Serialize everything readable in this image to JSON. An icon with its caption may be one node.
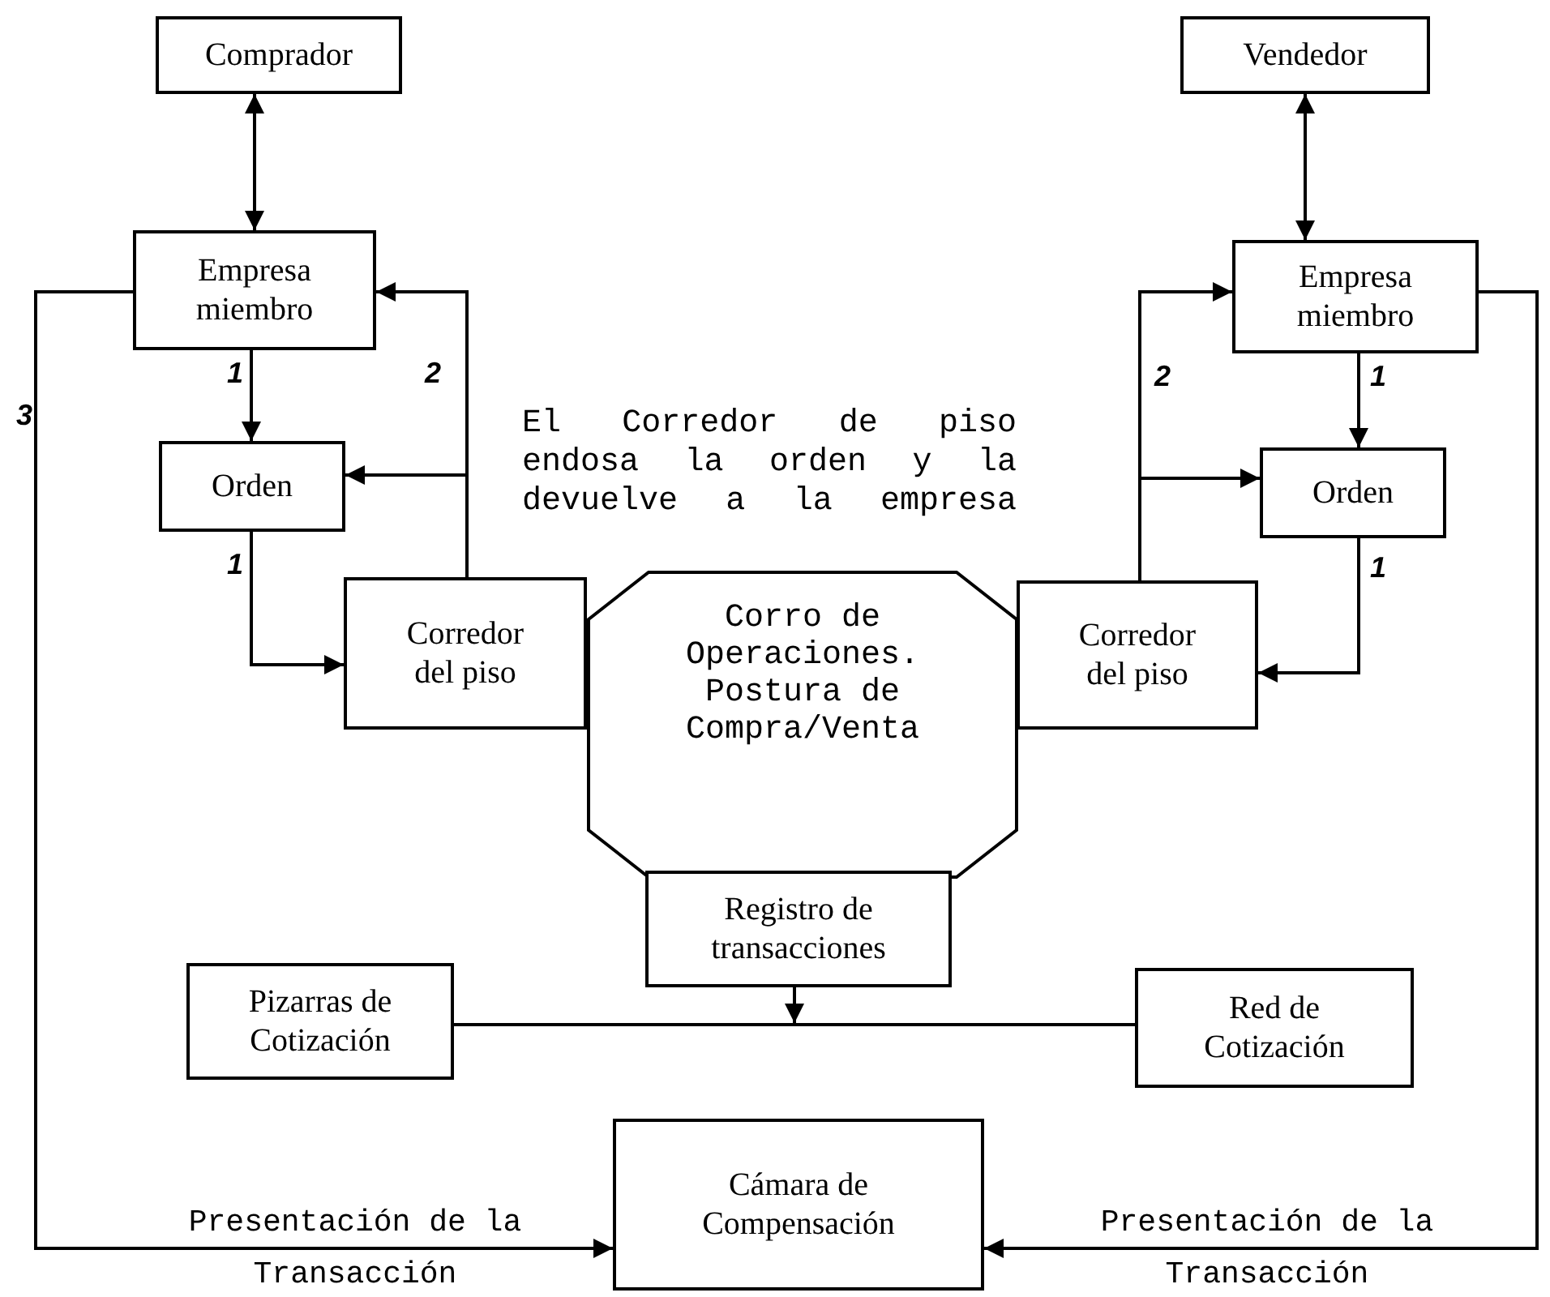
{
  "diagram": {
    "nodes": [
      {
        "text": [
          "Comprador"
        ]
      },
      {
        "text": [
          "Vendedor"
        ]
      },
      {
        "text": [
          "Empresa miembro"
        ]
      },
      {
        "text": [
          "Empresa miembro"
        ]
      },
      {
        "text": [
          "Orden"
        ]
      },
      {
        "text": [
          "Orden"
        ]
      },
      {
        "text": [
          "Corredor del piso"
        ]
      },
      {
        "text": [
          "Corro de Operaciones. Postura de Compra/Venta"
        ]
      },
      {
        "text": [
          "Corredor del piso"
        ]
      },
      {
        "text": [
          "Registro de transacciones"
        ]
      },
      {
        "text": [
          "Pizarras de Cotización"
        ]
      },
      {
        "text": [
          "Red de Cotización"
        ]
      },
      {
        "text": [
          "Cámara de Compensación"
        ]
      }
    ],
    "edges": [
      {
        "from": 0,
        "to": 2,
        "arrow": "both"
      },
      {
        "from": 1,
        "to": 3,
        "arrow": "both"
      },
      {
        "from": 2,
        "to": 4,
        "arrow": "to"
      },
      {
        "from": 4,
        "to": 6,
        "arrow": "to"
      },
      {
        "from": 6,
        "to": 2,
        "arrow": "to"
      },
      {
        "from": 6,
        "to": 4,
        "arrow": "to"
      },
      {
        "from": 3,
        "to": 5,
        "arrow": "to"
      },
      {
        "from": 5,
        "to": 8,
        "arrow": "to"
      },
      {
        "from": 8,
        "to": 3,
        "arrow": "to"
      },
      {
        "from": 8,
        "to": 5,
        "arrow": "to"
      },
      {
        "from": 2,
        "to": 12,
        "arrow": "to",
        "label": "Presentación de la Transacción"
      },
      {
        "from": 3,
        "to": 12,
        "arrow": "to",
        "label": "Presentación de la Transacción"
      },
      {
        "from": 10,
        "to": 11,
        "arrow": "none"
      },
      {
        "from": 9,
        "to": null,
        "arrow": "to"
      }
    ],
    "labels": [
      "3",
      "1",
      "2",
      "2",
      "1",
      "El Corredor de piso endosa la orden y la devuelve a la empresa",
      "1",
      "1"
    ]
  }
}
